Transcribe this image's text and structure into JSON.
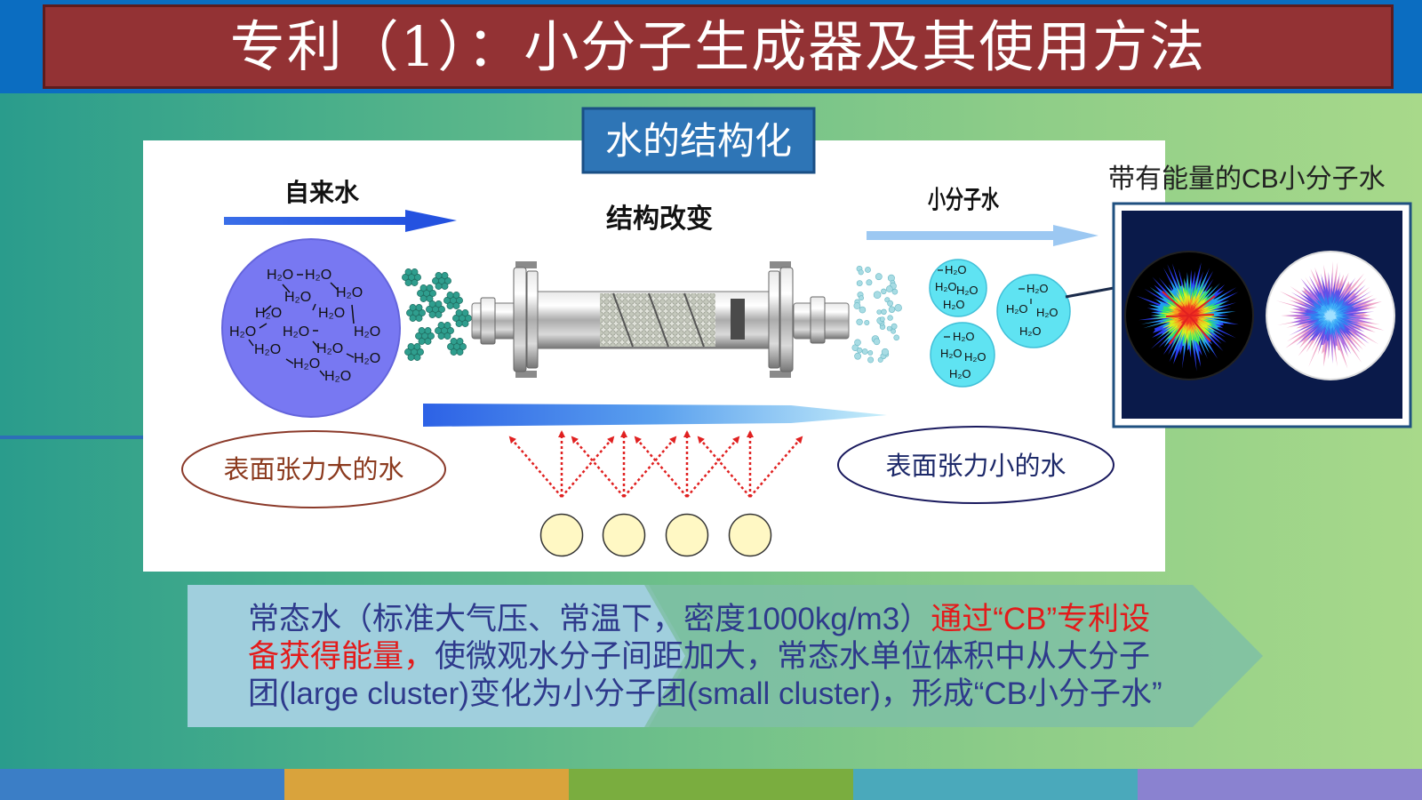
{
  "header": {
    "title": "专利（1）：小分子生成器及其使用方法"
  },
  "diagram": {
    "section_label": "水的结构化",
    "tap_water_label": "自来水",
    "structure_change_label": "结构改变",
    "small_molecule_water_label": "小分子水",
    "cb_water_label": "带有能量的CB小分子水",
    "molecule_label": "H₂O",
    "high_tension_label": "表面张力大的水",
    "low_tension_label": "表面张力小的水"
  },
  "description": {
    "lines": [
      [
        {
          "text": "常态水（标准大气压、常温下，密度1000kg/m3）",
          "highlight": false
        },
        {
          "text": "通过“CB”专利设",
          "highlight": true
        }
      ],
      [
        {
          "text": "备获得能量，",
          "highlight": true
        },
        {
          "text": "使微观水分子间距加大，常态水单位体积中从大分子",
          "highlight": false
        }
      ],
      [
        {
          "text": "团(large cluster)变化为小分子团(small cluster)，形成“CB小分子水”",
          "highlight": false
        }
      ]
    ]
  },
  "colors": {
    "header_band": "#0b6dc1",
    "title_box": "#933234",
    "section_label_bg": "#2e75b6",
    "body_text": "#2e3a8c",
    "highlight_text": "#e31b1b",
    "bottom_bars": [
      "#3b7ec6",
      "#d9a33c",
      "#7aad3f",
      "#4aa9bb",
      "#8a82d0"
    ]
  }
}
